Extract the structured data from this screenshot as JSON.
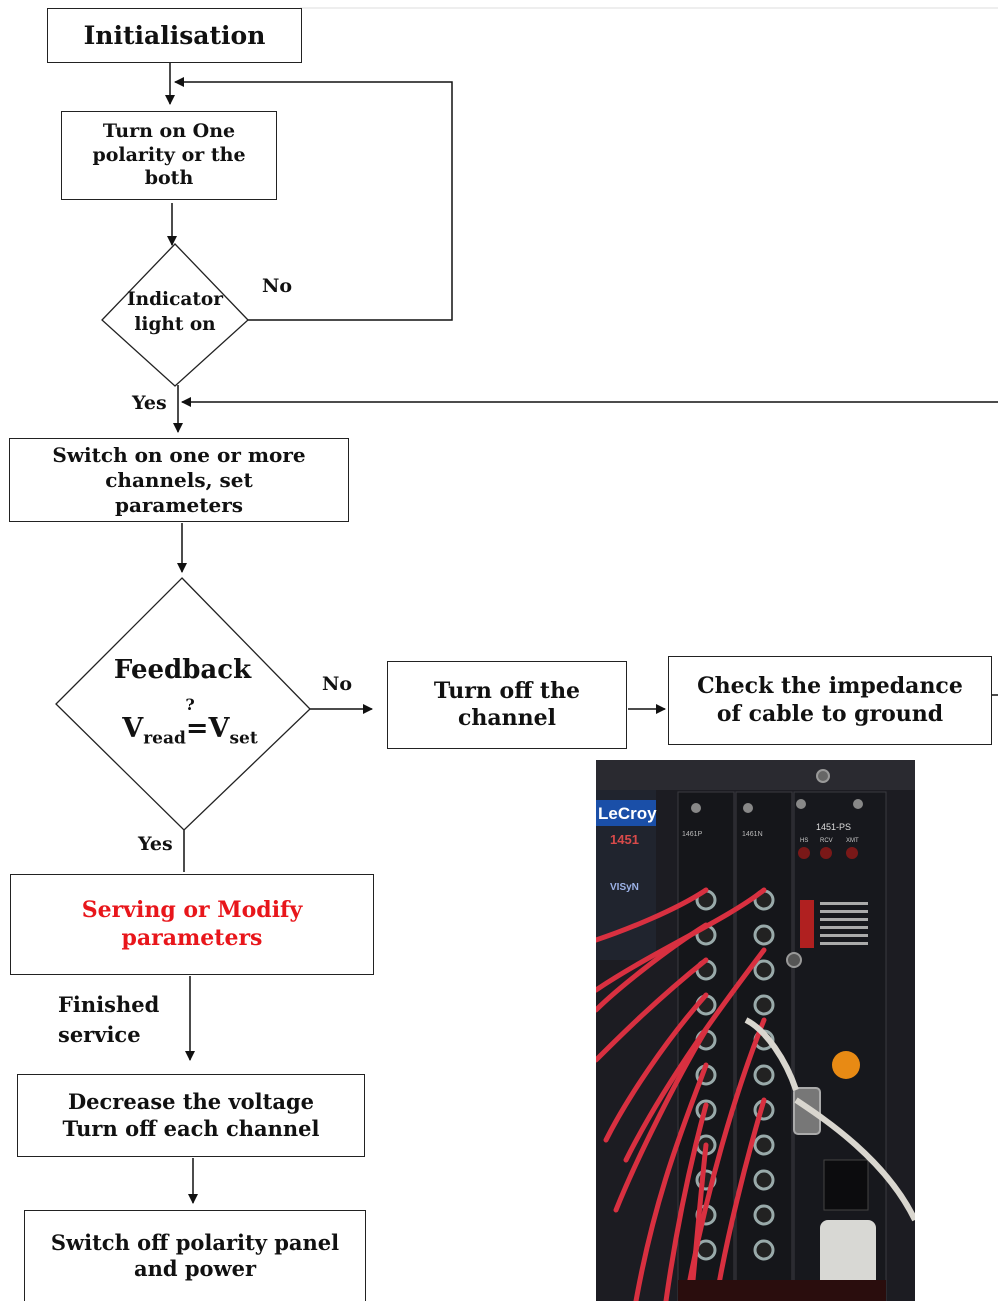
{
  "flowchart": {
    "init": "Initialisation",
    "turn_on": "Turn on One polarity or the both",
    "indicator": "Indicator light  on",
    "no_label_1": "No",
    "yes_label_1": "Yes",
    "switch_on": "Switch on one or more channels, set parameters",
    "feedback_title": "Feedback",
    "feedback_q": "?",
    "feedback_v1": "V",
    "feedback_sub1": "read",
    "feedback_eq": "=V",
    "feedback_sub2": "set",
    "no_label_2": "No",
    "turn_off_channel": "Turn off the channel",
    "check_impedance": "Check the impedance of cable to ground",
    "yes_label_2": "Yes",
    "serving": "Serving  or Modify parameters",
    "serving_color": "#e8161b",
    "finished_line1": "Finished",
    "finished_line2": "service",
    "decrease": "Decrease  the voltage Turn off each channel",
    "switch_off": "Switch off polarity panel and power"
  },
  "photo": {
    "brand": "LeCroy",
    "model": "1451",
    "module_a": "1461P",
    "module_b": "1461N",
    "ps_label": "1451-PS",
    "led_hs": "HS",
    "led_rcv": "RCV",
    "led_xmt": "XMT",
    "visyn": "VISyN"
  }
}
